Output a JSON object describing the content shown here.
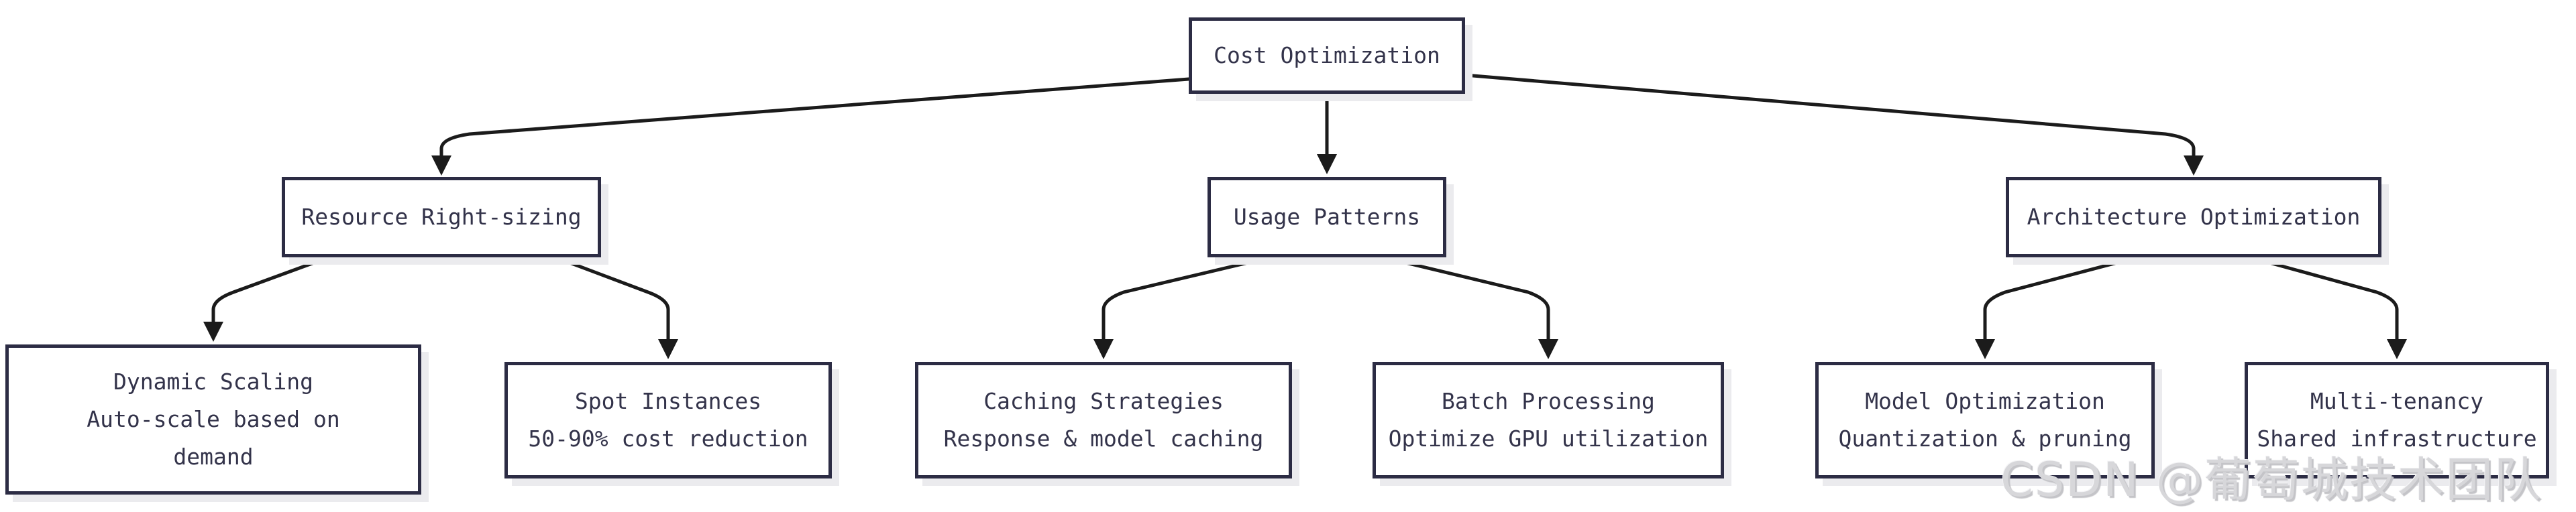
{
  "diagram": {
    "type": "flowchart-top-down",
    "nodes": {
      "root": {
        "label": "Cost Optimization"
      },
      "resource": {
        "label": "Resource Right-sizing"
      },
      "usage": {
        "label": "Usage Patterns"
      },
      "architecture": {
        "label": "Architecture Optimization"
      },
      "dynamic_scaling": {
        "line1": "Dynamic Scaling",
        "line2": "Auto-scale based on",
        "line3": "demand"
      },
      "spot_instances": {
        "line1": "Spot Instances",
        "line2": "50-90% cost reduction"
      },
      "caching": {
        "line1": "Caching Strategies",
        "line2": "Response & model caching"
      },
      "batch": {
        "line1": "Batch Processing",
        "line2": "Optimize GPU utilization"
      },
      "model_opt": {
        "line1": "Model Optimization",
        "line2": "Quantization & pruning"
      },
      "multi_tenancy": {
        "line1": "Multi-tenancy",
        "line2": "Shared infrastructure"
      }
    },
    "edges": [
      {
        "from": "root",
        "to": "resource"
      },
      {
        "from": "root",
        "to": "usage"
      },
      {
        "from": "root",
        "to": "architecture"
      },
      {
        "from": "resource",
        "to": "dynamic_scaling"
      },
      {
        "from": "resource",
        "to": "spot_instances"
      },
      {
        "from": "usage",
        "to": "caching"
      },
      {
        "from": "usage",
        "to": "batch"
      },
      {
        "from": "architecture",
        "to": "model_opt"
      },
      {
        "from": "architecture",
        "to": "multi_tenancy"
      }
    ]
  },
  "watermark": {
    "text": "CSDN @葡萄城技术团队"
  },
  "colors": {
    "node_border": "#2c2c44",
    "node_text": "#33334a",
    "node_bg": "#ffffff",
    "node_shadow": "#ebebee",
    "edge": "#1b1b1b",
    "watermark": "#d7d7da",
    "page_bg": "#ffffff"
  }
}
